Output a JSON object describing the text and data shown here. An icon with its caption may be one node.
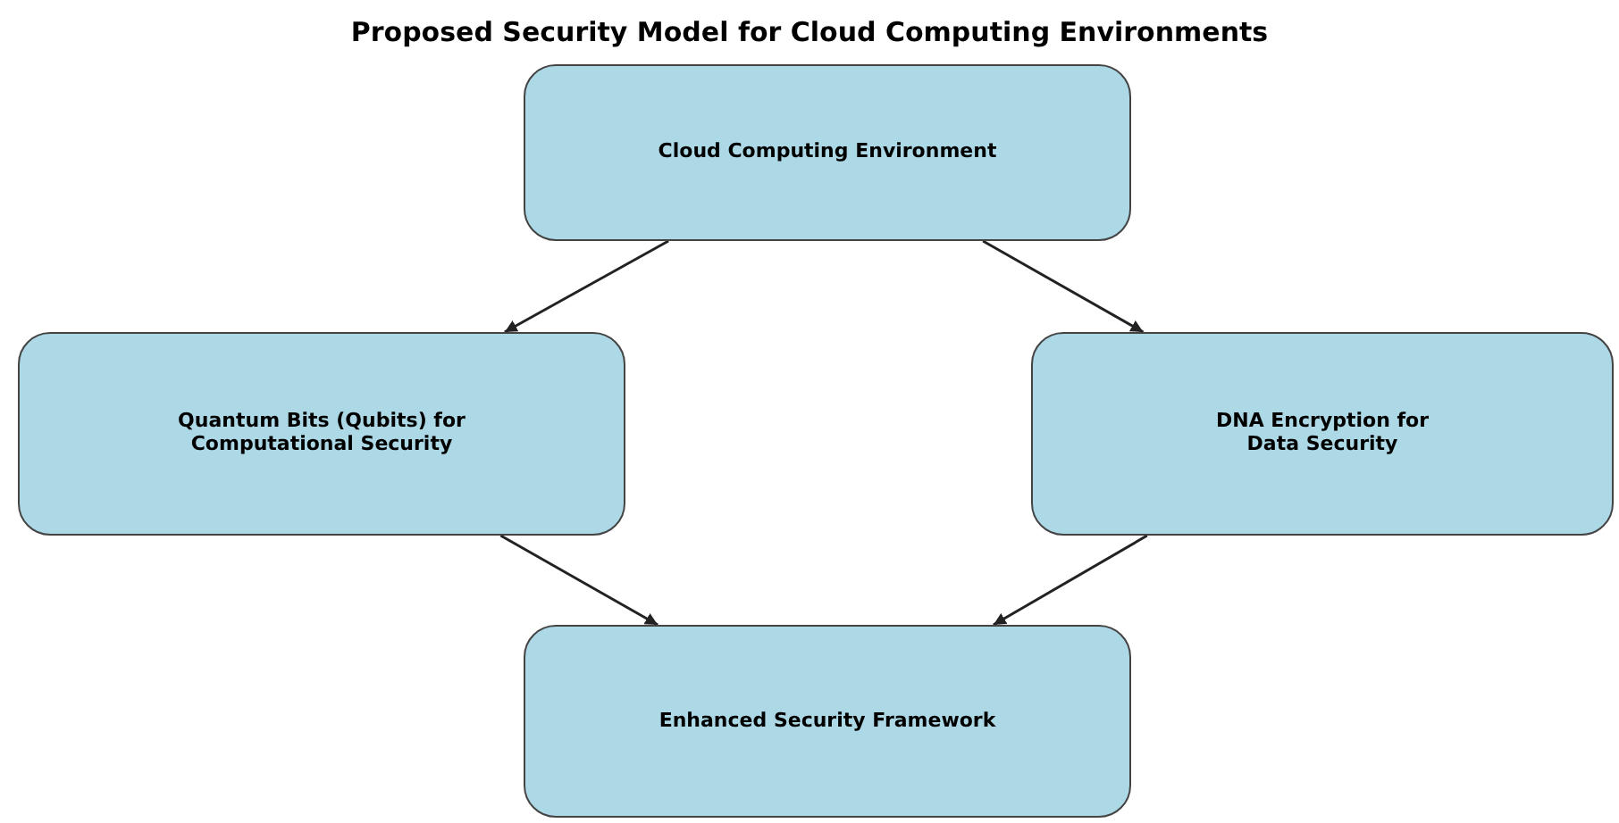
{
  "diagram": {
    "title": "Proposed Security Model for Cloud Computing Environments",
    "nodes": [
      {
        "text": [
          "Cloud Computing Environment"
        ]
      },
      {
        "text": [
          "Quantum Bits (Qubits) for Computational Security"
        ]
      },
      {
        "text": [
          "DNA Encryption for Data Security"
        ]
      },
      {
        "text": [
          "Enhanced Security Framework"
        ]
      }
    ],
    "edges": [
      {
        "from": 0,
        "to": 1,
        "arrow": "to"
      },
      {
        "from": 0,
        "to": 2,
        "arrow": "to"
      },
      {
        "from": 1,
        "to": 3,
        "arrow": "to"
      },
      {
        "from": 2,
        "to": 3,
        "arrow": "to"
      }
    ]
  }
}
